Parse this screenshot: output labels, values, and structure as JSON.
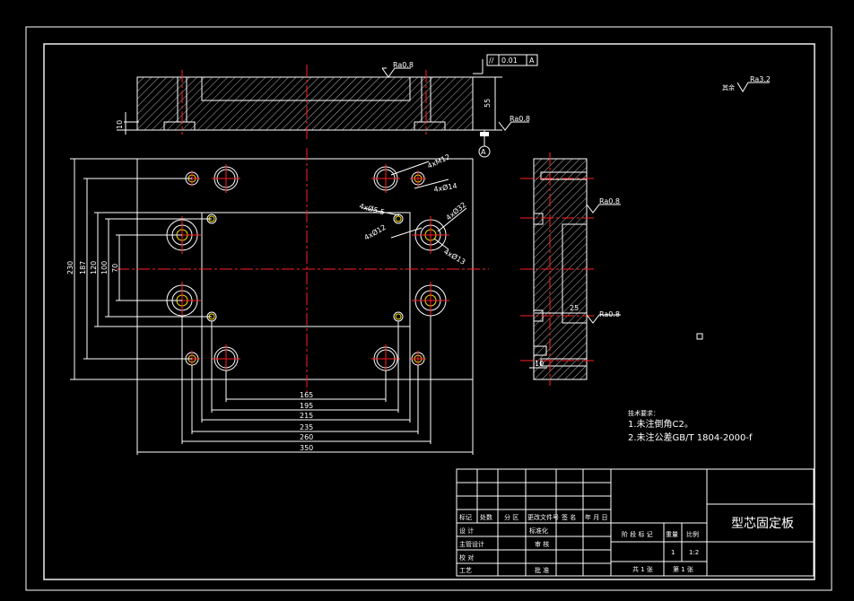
{
  "drawing": {
    "title": "型芯固定板",
    "roughness": {
      "top": "Ra0.8",
      "side_top": "Ra0.8",
      "general": "Ra3.2",
      "general_prefix": "其余",
      "right_view_1": "Ra0.8",
      "right_view_2": "Ra0.8"
    },
    "gdt": {
      "symbol": "//",
      "tolerance": "0.01",
      "datum": "A"
    },
    "datum_label": "A",
    "dims": {
      "top_height": "55",
      "top_step": "10",
      "d165": "165",
      "d195": "195",
      "d215": "215",
      "d235": "235",
      "d260": "260",
      "d350": "350",
      "v230": "230",
      "v187": "187",
      "v120": "120",
      "v100": "100",
      "v70": "70",
      "side_25": "25",
      "side_10": "10"
    },
    "hole_labels": {
      "h1": "4xM12",
      "h2": "4xØ14",
      "h3": "4xØ5.5",
      "h4": "4xØ12",
      "h5": "4xØ32",
      "h6": "4xØ13"
    },
    "notes": {
      "heading": "技术要求：",
      "line1": "1.未注倒角C2。",
      "line2": "2.未注公差GB/T 1804-2000-f"
    }
  },
  "title_block": {
    "headers": [
      "标记",
      "处数",
      "分 区",
      "更改文件号",
      "签 名",
      "年 月 日"
    ],
    "row_labels": [
      "设 计",
      "标准化",
      "审 核",
      "工艺",
      "主管设计",
      "校 对",
      "批 准"
    ],
    "stage_headers": [
      "阶 段 标 记",
      "重量",
      "比例"
    ],
    "stage_values": [
      "1",
      "1:2"
    ],
    "sheet_total": "共 1 张",
    "sheet_num": "第 1 张"
  }
}
